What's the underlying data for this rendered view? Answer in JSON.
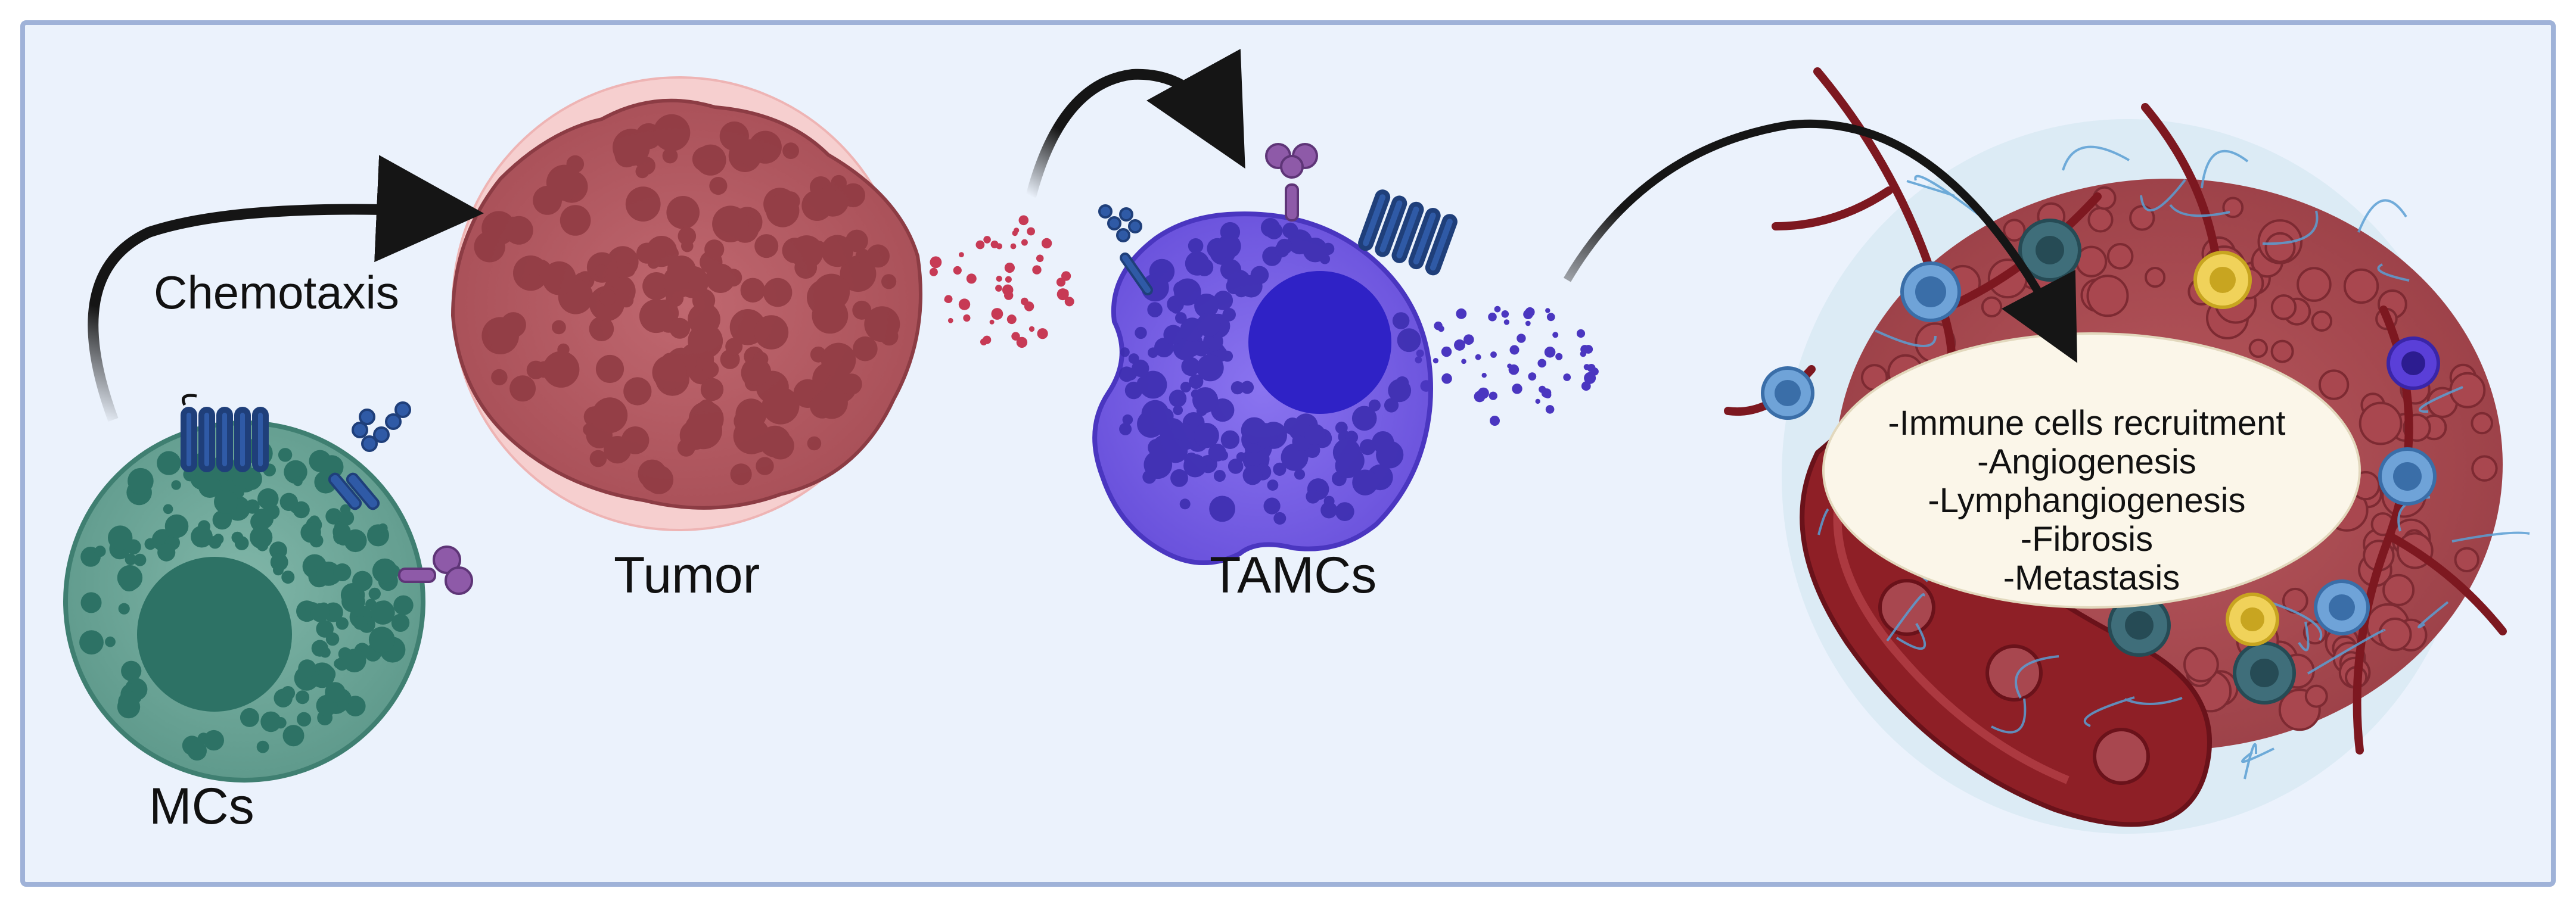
{
  "labels": {
    "chemotaxis": "Chemotaxis",
    "mcs": "MCs",
    "tumor": "Tumor",
    "tamcs": "TAMCs"
  },
  "outcomes": [
    "-Immune cells recruitment",
    "-Angiogenesis",
    "-Lymphangiogenesis",
    "-Fibrosis",
    "-Metastasis"
  ],
  "colors": {
    "panel_bg": "#ebf2fc",
    "panel_border": "#9fb2d8",
    "mc_cell": "#6fa89a",
    "mc_granule": "#2d7265",
    "tumor": "#b55c63",
    "tumor_halo": "#f6cfcf",
    "tamc_cell": "#7a64e8",
    "tamc_nucleus": "#2f22c6",
    "vessel": "#8e1f26",
    "arrow": "#151515",
    "ellipse_fill": "#fbf6e9"
  },
  "icons": [
    "curved-arrow-icon",
    "receptor-icon",
    "granule-dot-icon"
  ]
}
